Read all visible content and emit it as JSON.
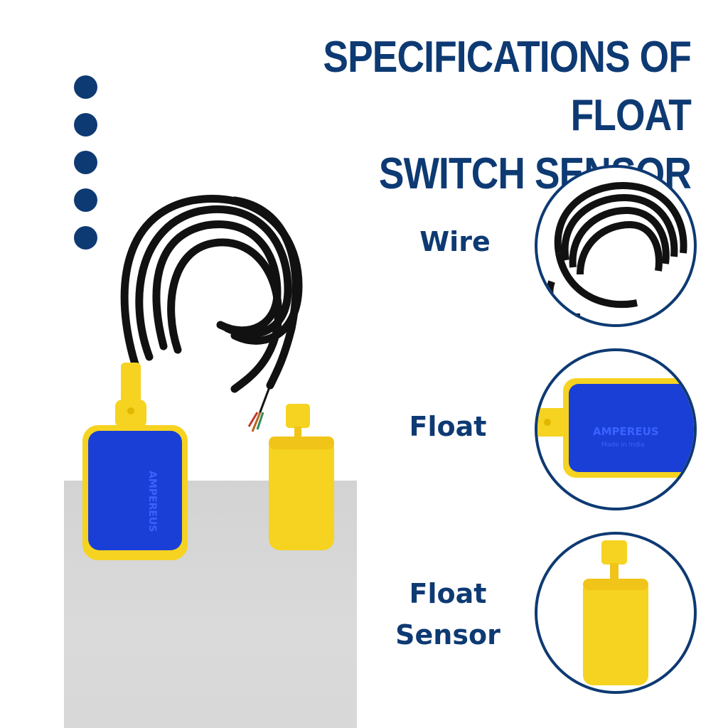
{
  "title": {
    "line1": "SPECIFICATIONS OF FLOAT",
    "line2": "SWITCH SENSOR"
  },
  "specs": {
    "wire_label": "Wire",
    "float_label": "Float",
    "sensor_label_line1": "Float",
    "sensor_label_line2": "Sensor"
  },
  "brand": {
    "logo_text": "AMPEREUS",
    "sub_text": "Made in India"
  },
  "colors": {
    "navy": "#0e3a73",
    "float_blue": "#1a3fd6",
    "yellow": "#f5d320",
    "cable": "#111111"
  }
}
